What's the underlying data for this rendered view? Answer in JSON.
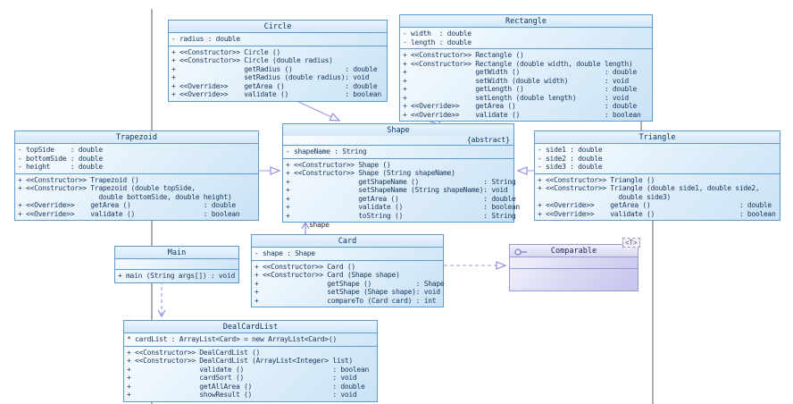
{
  "diagram": {
    "labels": {
      "card_shape_role": "shape"
    },
    "colors": {
      "box_border": "#5b9bd5",
      "box_fill_light": "#fbfdff",
      "box_fill_dark": "#c9e2f5",
      "interface_border": "#9a9ace",
      "interface_fill": "#c4c4ec",
      "edge_purple": "#8f8fdf",
      "edge_gray": "#9a9a9a",
      "edge_dark": "#606060",
      "text": "#1c3f66"
    },
    "classes": [
      {
        "id": "circle",
        "name": "Circle",
        "attributes": [
          "- radius : double"
        ],
        "methods": [
          "+ <<Constructor>> Circle ()",
          "+ <<Constructor>> Circle (double radius)",
          "+                 getRadius ()             : double",
          "+                 setRadius (double radius): void",
          "+ <<Override>>    getArea ()               : double",
          "+ <<Override>>    validate ()              : boolean"
        ]
      },
      {
        "id": "rectangle",
        "name": "Rectangle",
        "attributes": [
          "- width  : double",
          "- length : double"
        ],
        "methods": [
          "+ <<Constructor>> Rectangle ()",
          "+ <<Constructor>> Rectangle (double width, double length)",
          "+                 getWidth ()                     : double",
          "+                 setWidth (double width)         : void",
          "+                 getLength ()                    : double",
          "+                 setLength (double length)       : void",
          "+ <<Override>>    getArea ()                      : double",
          "+ <<Override>>    validate ()                     : boolean"
        ]
      },
      {
        "id": "trapezoid",
        "name": "Trapezoid",
        "attributes": [
          "- topSide    : double",
          "- bottomSide : double",
          "- height     : double"
        ],
        "methods": [
          "+ <<Constructor>> Trapezoid ()",
          "+ <<Constructor>> Trapezoid (double topSide,",
          "                    double bottomSide, double height)",
          "+ <<Override>>    getArea ()                  : double",
          "+ <<Override>>    validate ()                 : boolean"
        ]
      },
      {
        "id": "shape",
        "name": "Shape",
        "stereotype": "{abstract}",
        "attributes": [
          "- shapeName : String"
        ],
        "methods": [
          "+ <<Constructor>> Shape ()",
          "+ <<Constructor>> Shape (String shapeName)",
          "+                 getShapeName ()                : String",
          "+                 setShapeName (String shapeName): void",
          "+                 getArea ()                     : double",
          "+                 validate ()                    : boolean",
          "+                 toString ()                    : String"
        ]
      },
      {
        "id": "triangle",
        "name": "Triangle",
        "attributes": [
          "- side1 : double",
          "- side2 : double",
          "- side3 : double"
        ],
        "methods": [
          "+ <<Constructor>> Triangle ()",
          "+ <<Constructor>> Triangle (double side1, double side2,",
          "                    double side3)",
          "+ <<Override>>    getArea ()                      : double",
          "+ <<Override>>    validate ()                     : boolean"
        ]
      },
      {
        "id": "main",
        "name": "Main",
        "attributes": [],
        "methods": [
          "+ main (String args[]) : void"
        ]
      },
      {
        "id": "card",
        "name": "Card",
        "attributes": [
          "- shape : Shape"
        ],
        "methods": [
          "+ <<Constructor>> Card ()",
          "+ <<Constructor>> Card (Shape shape)",
          "+                 getShape ()           : Shape",
          "+                 setShape (Shape shape): void",
          "+                 compareTo (Card card) : int"
        ]
      },
      {
        "id": "dealcardlist",
        "name": "DealCardList",
        "attributes": [
          "* cardList : ArrayList<Card> = new ArrayList<Card>()"
        ],
        "methods": [
          "+ <<Constructor>> DealCardList ()",
          "+ <<Constructor>> DealCardList (ArrayList<Integer> list)",
          "+                 validate ()                      : boolean",
          "+                 cardSort ()                      : void",
          "+                 getAllArea ()                    : double",
          "+                 showResult ()                    : void"
        ]
      },
      {
        "id": "comparable",
        "name": "Comparable",
        "interface": true,
        "template_param": "<T>",
        "attributes": [],
        "methods": []
      }
    ]
  }
}
